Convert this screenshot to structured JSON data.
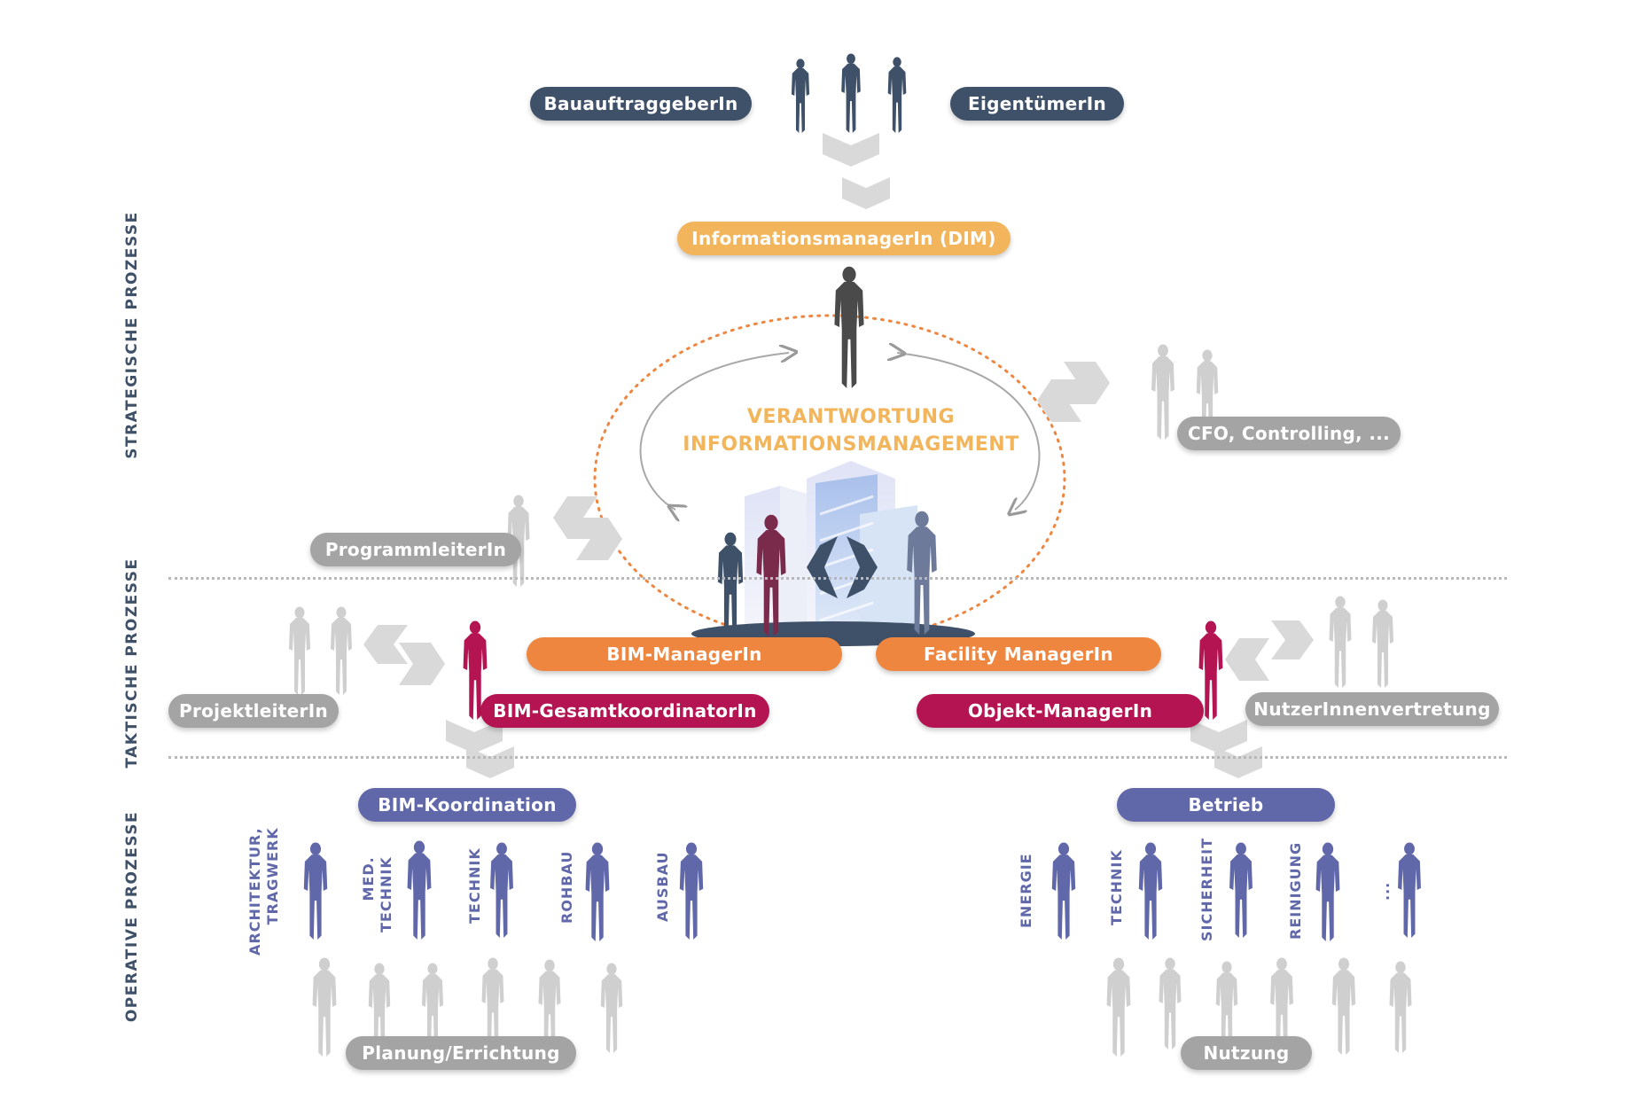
{
  "colors": {
    "navy": "#3f5168",
    "amber": "#f2b55c",
    "orange": "#ef8640",
    "crimson": "#b41452",
    "violet": "#6168aa",
    "grey": "#a4a4a4",
    "silhouette_navy": "#3f5168",
    "silhouette_violet": "#6168aa",
    "silhouette_grey": "#cfcfcf",
    "silhouette_crimson": "#b41452"
  },
  "side_labels": {
    "strategic": "STRATEGISCHE PROZESSE",
    "tactical": "TAKTISCHE PROZESSE",
    "operative": "OPERATIVE PROZESSE"
  },
  "center": {
    "line1": "VERANTWORTUNG",
    "line2": "INFORMATIONSMANAGEMENT"
  },
  "roles": {
    "bauauftraggeber": "BauauftraggeberIn",
    "eigentuemer": "EigentümerIn",
    "informationsmanager": "InformationsmanagerIn (DIM)",
    "cfo": "CFO, Controlling, ...",
    "programmleiter": "ProgrammleiterIn",
    "bim_manager": "BIM-ManagerIn",
    "facility_manager": "Facility ManagerIn",
    "projektleiter": "ProjektleiterIn",
    "bim_gesamtkoordinator": "BIM-GesamtkoordinatorIn",
    "objekt_manager": "Objekt-ManagerIn",
    "nutzervertretung": "NutzerInnenvertretung",
    "bim_koordination": "BIM-Koordination",
    "betrieb": "Betrieb",
    "planung": "Planung/Errichtung",
    "nutzung": "Nutzung"
  },
  "trades_left": [
    "ARCHITEKTUR,\nTRAGWERK",
    "MED.\nTECHNIK",
    "TECHNIK",
    "ROHBAU",
    "AUSBAU"
  ],
  "trades_right": [
    "ENERGIE",
    "TECHNIK",
    "SICHERHEIT",
    "REINIGUNG",
    "..."
  ]
}
